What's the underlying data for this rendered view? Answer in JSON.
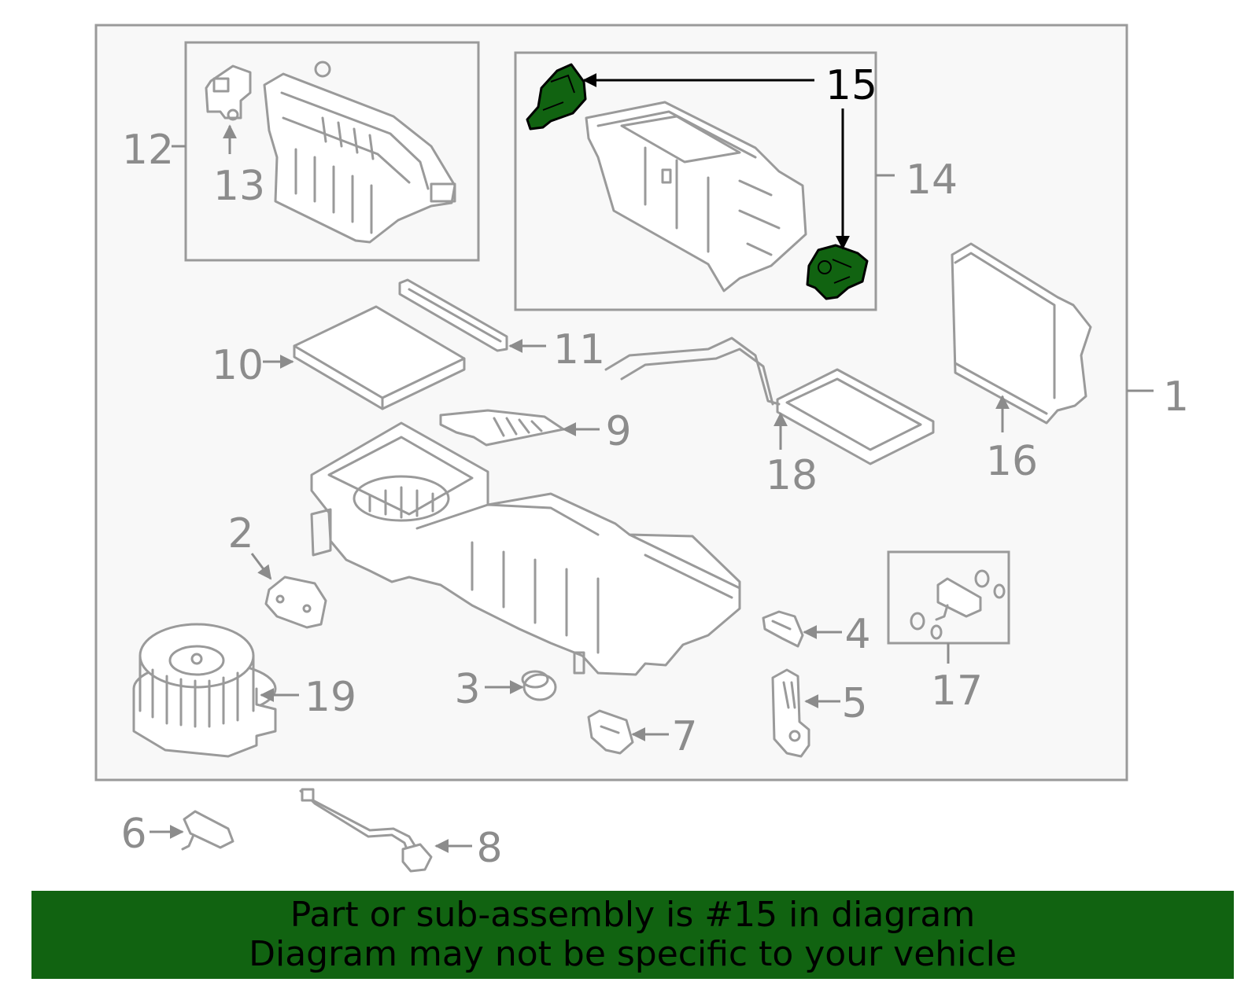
{
  "callouts": {
    "c1": "1",
    "c2": "2",
    "c3": "3",
    "c4": "4",
    "c5": "5",
    "c6": "6",
    "c7": "7",
    "c8": "8",
    "c9": "9",
    "c10": "10",
    "c11": "11",
    "c12": "12",
    "c13": "13",
    "c14": "14",
    "c15": "15",
    "c16": "16",
    "c17": "17",
    "c18": "18",
    "c19": "19"
  },
  "highlight": {
    "part": "15",
    "color": "#116311"
  },
  "banner": {
    "line1": "Part or sub-assembly is #15 in diagram",
    "line2": "Diagram may not be specific to your vehicle",
    "background": "#116311"
  }
}
